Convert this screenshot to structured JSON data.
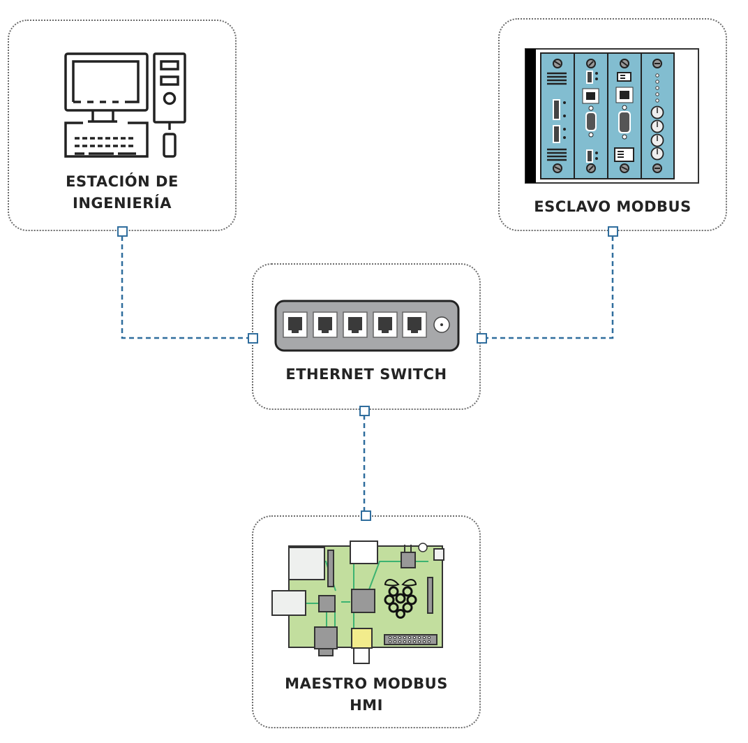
{
  "diagram": {
    "nodes": [
      {
        "id": "engineering-station",
        "label_lines": [
          "ESTACIÓN DE",
          "INGENIERÍA"
        ],
        "icon": "desktop-computer-icon"
      },
      {
        "id": "modbus-slave",
        "label_lines": [
          "ESCLAVO MODBUS"
        ],
        "icon": "plc-rack-icon"
      },
      {
        "id": "ethernet-switch",
        "label_lines": [
          "ETHERNET SWITCH"
        ],
        "icon": "network-switch-icon"
      },
      {
        "id": "modbus-master-hmi",
        "label_lines": [
          "MAESTRO MODBUS",
          "HMI"
        ],
        "icon": "raspberry-pi-board-icon"
      }
    ],
    "edges": [
      {
        "from": "engineering-station",
        "to": "ethernet-switch",
        "style": "dashed"
      },
      {
        "from": "modbus-slave",
        "to": "ethernet-switch",
        "style": "dashed"
      },
      {
        "from": "ethernet-switch",
        "to": "modbus-master-hmi",
        "style": "dashed"
      }
    ],
    "colors": {
      "link": "#2f6d9d",
      "node_border": "#6b6b6b",
      "plc_module": "#82bdd0",
      "switch_body": "#a7a8aa",
      "pcb": "#c2de9e",
      "pcb_trace": "#3cb371",
      "video_jack": "#f2ec8c"
    }
  }
}
